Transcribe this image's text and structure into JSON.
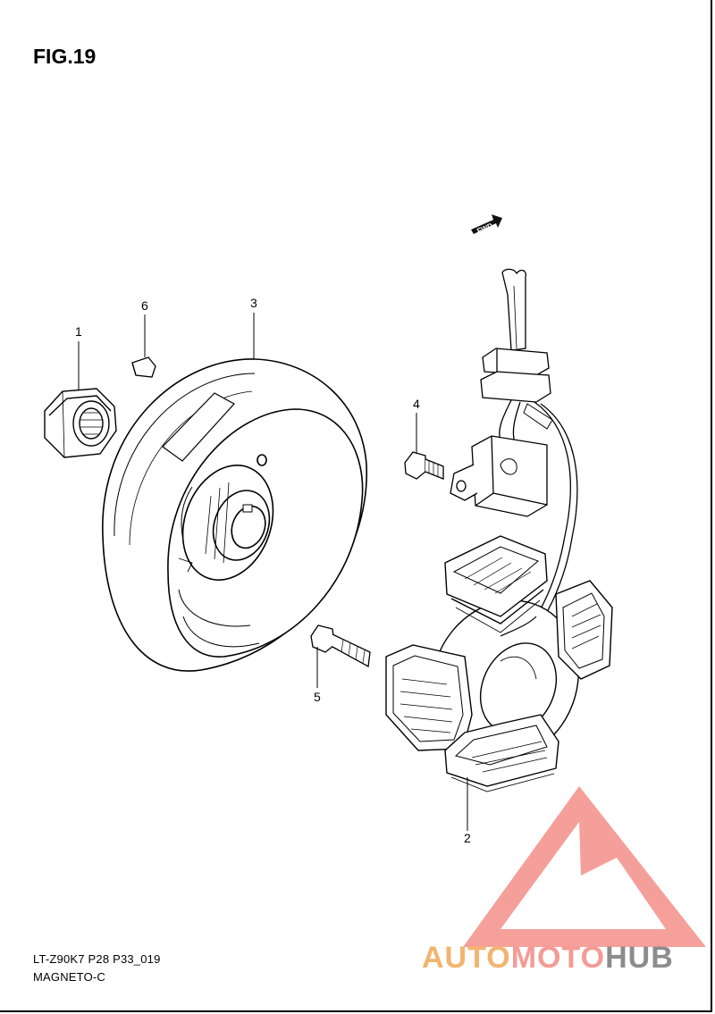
{
  "figure": {
    "title": "FIG.19",
    "model_code": "LT-Z90K7  P28  P33_019",
    "section_name": "MAGNETO-C"
  },
  "direction_marker": {
    "text": "FWD"
  },
  "callouts": [
    {
      "number": "1",
      "part": "nut"
    },
    {
      "number": "2",
      "part": "stator"
    },
    {
      "number": "3",
      "part": "rotor"
    },
    {
      "number": "4",
      "part": "screw"
    },
    {
      "number": "5",
      "part": "screw"
    },
    {
      "number": "6",
      "part": "key"
    }
  ],
  "watermark": {
    "part1": "AUTO",
    "part2": "MOTO",
    "part3": "HUB",
    "colors": {
      "auto": "#f2b46e",
      "moto": "#f59a95",
      "hub": "#8c8c8c",
      "logo": "#f48f8a"
    }
  }
}
